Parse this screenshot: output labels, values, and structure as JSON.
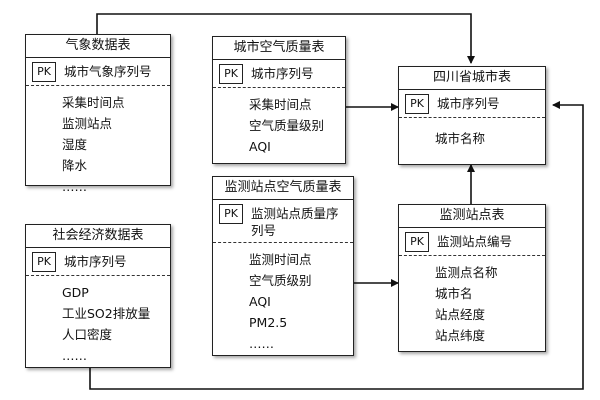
{
  "pk_tag": "PK",
  "entities": {
    "weather": {
      "title": "气象数据表",
      "pk": "城市气象序列号",
      "attributes": [
        "采集时间点",
        "监测站点",
        "湿度",
        "降水",
        "……"
      ]
    },
    "city_air": {
      "title": "城市空气质量表",
      "pk": "城市序列号",
      "attributes": [
        "采集时间点",
        "空气质量级别",
        "AQI"
      ]
    },
    "sichuan_city": {
      "title": "四川省城市表",
      "pk": "城市序列号",
      "attributes": [
        "城市名称"
      ]
    },
    "station_air": {
      "title": "监测站点空气质量表",
      "pk": "监测站点质量序列号",
      "attributes": [
        "监测时间点",
        "空气质级别",
        "AQI",
        "PM2.5",
        "……"
      ]
    },
    "socioeconomic": {
      "title": "社会经济数据表",
      "pk": "城市序列号",
      "attributes": [
        "GDP",
        "工业SO2排放量",
        "人口密度",
        "……"
      ]
    },
    "station": {
      "title": "监测站点表",
      "pk": "监测站点编号",
      "attributes": [
        "监测点名称",
        "城市名",
        "站点经度",
        "站点纬度"
      ]
    }
  }
}
